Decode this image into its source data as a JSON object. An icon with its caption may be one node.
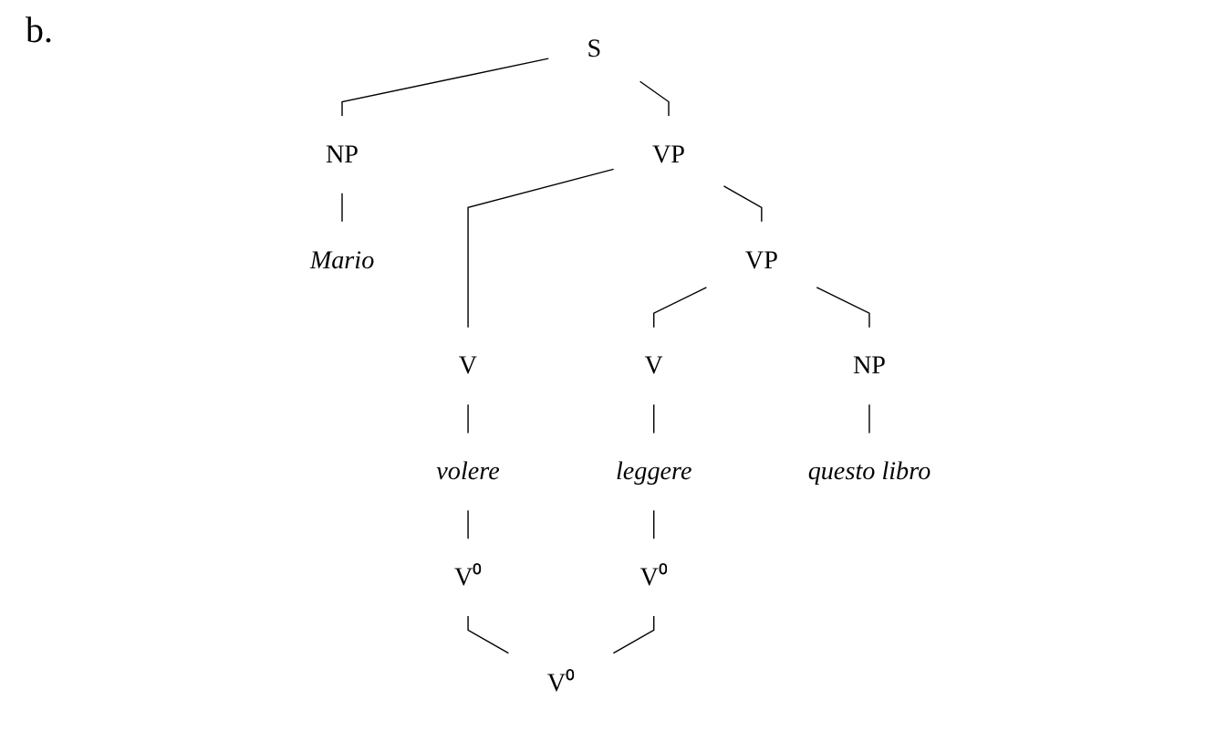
{
  "diagram": {
    "nodes": [
      {
        "text": [
          "S"
        ]
      },
      {
        "text": [
          "NP"
        ]
      },
      {
        "text": [
          "VP"
        ]
      },
      {
        "text": [
          "Mario"
        ]
      },
      {
        "text": [
          "V"
        ]
      },
      {
        "text": [
          "VP"
        ]
      },
      {
        "text": [
          "volere"
        ]
      },
      {
        "text": [
          "V"
        ]
      },
      {
        "text": [
          "NP"
        ]
      },
      {
        "text": [
          "V⁰"
        ]
      },
      {
        "text": [
          "leggere"
        ]
      },
      {
        "text": [
          "questo libro"
        ]
      },
      {
        "text": [
          "V⁰"
        ]
      },
      {
        "text": [
          "V⁰"
        ]
      }
    ],
    "edges": [
      {
        "from": 0,
        "to": 1,
        "arrow": "none"
      },
      {
        "from": 0,
        "to": 2,
        "arrow": "none"
      },
      {
        "from": 1,
        "to": 3,
        "arrow": "none"
      },
      {
        "from": 2,
        "to": 4,
        "arrow": "none"
      },
      {
        "from": 2,
        "to": 5,
        "arrow": "none"
      },
      {
        "from": 4,
        "to": 6,
        "arrow": "none"
      },
      {
        "from": 5,
        "to": 7,
        "arrow": "none"
      },
      {
        "from": 5,
        "to": 8,
        "arrow": "none"
      },
      {
        "from": 6,
        "to": 9,
        "arrow": "none"
      },
      {
        "from": 7,
        "to": 10,
        "arrow": "none"
      },
      {
        "from": 8,
        "to": 11,
        "arrow": "none"
      },
      {
        "from": 10,
        "to": 12,
        "arrow": "none"
      },
      {
        "from": 9,
        "to": 13,
        "arrow": "none"
      },
      {
        "from": 12,
        "to": 13,
        "arrow": "none"
      }
    ],
    "labels": [
      "b."
    ]
  }
}
